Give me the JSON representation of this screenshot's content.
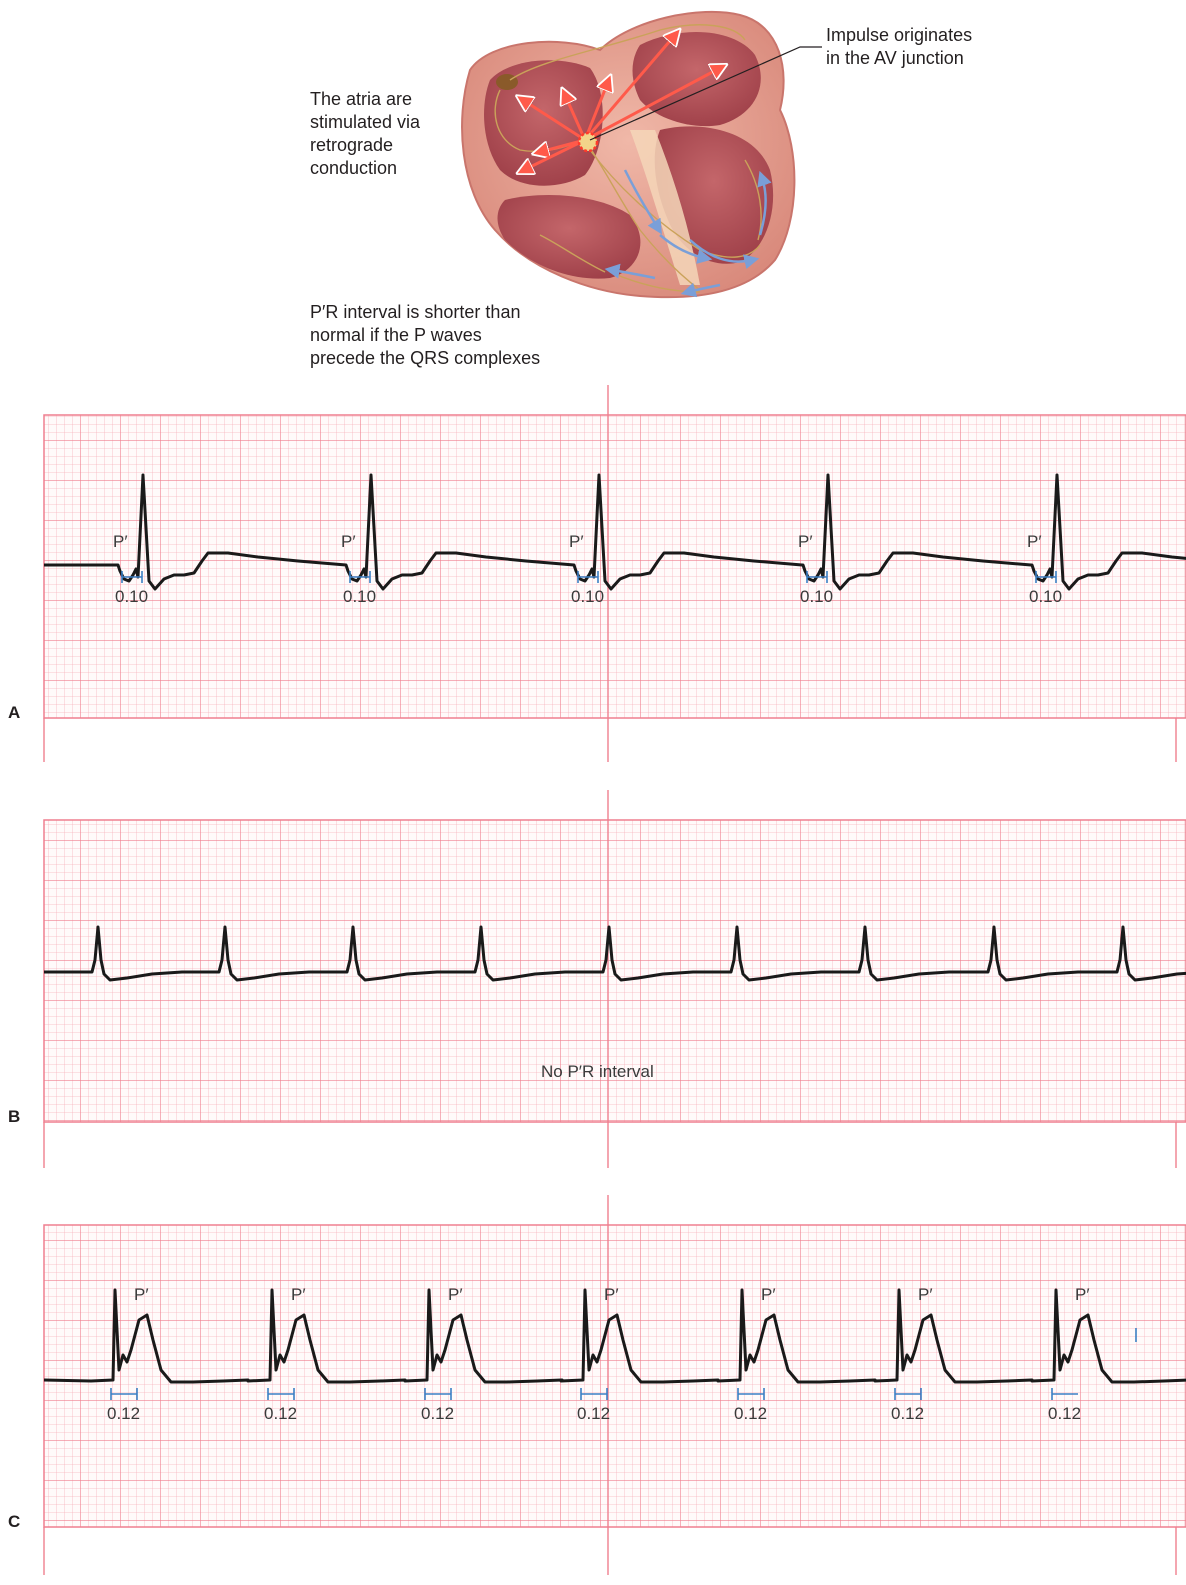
{
  "annotations": {
    "atria_note": "The atria are\nstimulated via\nretrograde\nconduction",
    "impulse_note": "Impulse originates\nin the AV junction",
    "pr_note": "P′R interval is shorter than\nnormal if the P waves\nprecede the QRS complexes"
  },
  "strips": [
    {
      "label": "A",
      "p_wave_position": "before QRS",
      "beats": 5,
      "p_label": "P′",
      "interval_value": "0.10"
    },
    {
      "label": "B",
      "p_wave_position": "hidden in QRS",
      "beats": 9,
      "note": "No P′R interval"
    },
    {
      "label": "C",
      "p_wave_position": "after QRS",
      "beats": 7,
      "p_label": "P′",
      "interval_value": "0.12"
    }
  ],
  "colors": {
    "grid_minor": "#f6b4bd",
    "grid_major": "#ef7f8f",
    "trace": "#1a1a1a",
    "caliper": "#3b7fc4",
    "label_text": "#3a3a3a"
  }
}
